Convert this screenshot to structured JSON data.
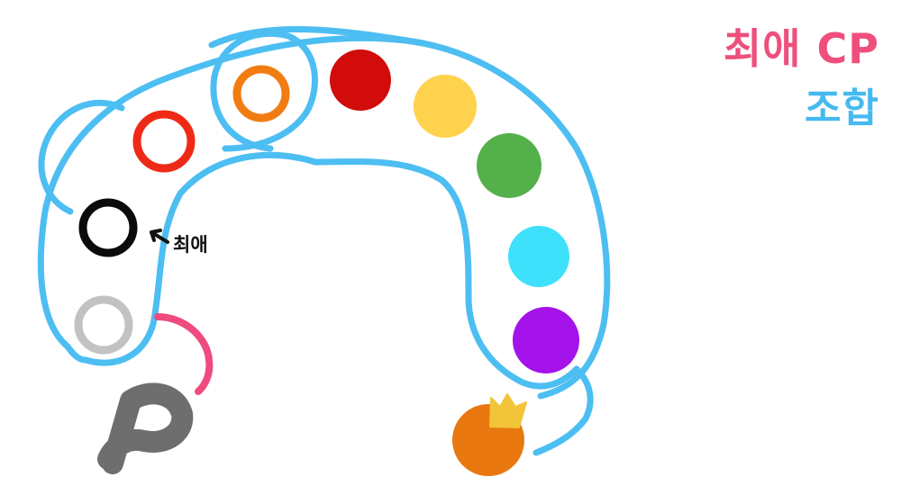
{
  "title": {
    "line1": "최애 CP",
    "line2": "조합",
    "line1_color": "#ee4f7c",
    "line2_color": "#46b9f0"
  },
  "annotation": {
    "favorite_label": "최애",
    "arrow_icon": "arrow-left-icon"
  },
  "colors": {
    "band": "#4dbef2",
    "pink_arc": "#ef4b7f",
    "p_mark": "#6e6e6e",
    "crown": "#f2c437",
    "crown_ball": "#e8780f"
  },
  "dots": [
    {
      "name": "gray",
      "color": "#c2c2c2",
      "style": "ring"
    },
    {
      "name": "black",
      "color": "#0b0b0b",
      "style": "ring"
    },
    {
      "name": "red",
      "color": "#ee2a16",
      "style": "ring"
    },
    {
      "name": "orange",
      "color": "#f17d12",
      "style": "ring"
    },
    {
      "name": "dark-red",
      "color": "#d20b0b",
      "style": "filled"
    },
    {
      "name": "yellow",
      "color": "#ffd24d",
      "style": "filled"
    },
    {
      "name": "green",
      "color": "#54b04a",
      "style": "filled"
    },
    {
      "name": "cyan",
      "color": "#3ee1fb",
      "style": "filled"
    },
    {
      "name": "purple",
      "color": "#a412ea",
      "style": "filled"
    }
  ]
}
